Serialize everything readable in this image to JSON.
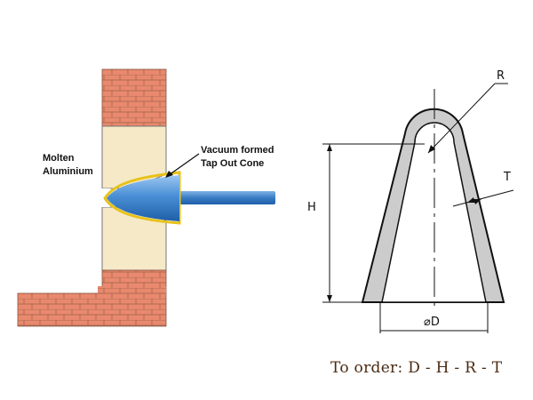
{
  "labels": {
    "molten_line1": "Molten",
    "molten_line2": "Aluminium",
    "cone_line1": "Vacuum formed",
    "cone_line2": "Tap Out Cone"
  },
  "dimensions": {
    "r": "R",
    "t": "T",
    "h": "H",
    "d": "⌀D"
  },
  "order_text": "To order: D - H - R - T",
  "colors": {
    "brick": "#e8896e",
    "mortar": "#b06a52",
    "block": "#f6e9c8",
    "cone": "#4a8fd6",
    "cone_edge": "#e8c21a",
    "rod": "#3a7cc4",
    "profile_fill": "#cccccc",
    "order_text": "#4a2a12"
  }
}
